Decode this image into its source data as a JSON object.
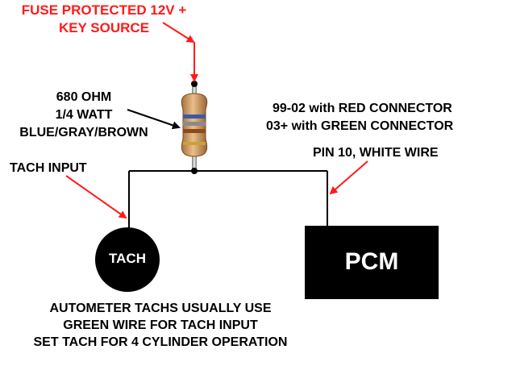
{
  "labels": {
    "fuse_source": [
      "FUSE PROTECTED 12V +",
      "KEY SOURCE"
    ],
    "resistor": [
      "680 OHM",
      "1/4 WATT",
      "BLUE/GRAY/BROWN"
    ],
    "tach_input": "TACH INPUT",
    "connectors": [
      "99-02 with RED CONNECTOR",
      "03+ with  GREEN CONNECTOR"
    ],
    "pin": "PIN 10, WHITE WIRE",
    "tach": "TACH",
    "pcm": "PCM",
    "notes": [
      "AUTOMETER TACHS USUALLY USE",
      "GREEN WIRE FOR TACH INPUT",
      "SET TACH FOR 4 CYLINDER OPERATION"
    ]
  },
  "colors": {
    "annotation_text": "#ff1a1a",
    "arrow": "#ff1a1a",
    "wire": "#000000",
    "resistor_body": "#d4a06a",
    "band_blue": "#3b5aa8",
    "band_gray": "#8a8a8a",
    "band_brown": "#8b4a1e",
    "band_gold": "#c9a23a"
  }
}
